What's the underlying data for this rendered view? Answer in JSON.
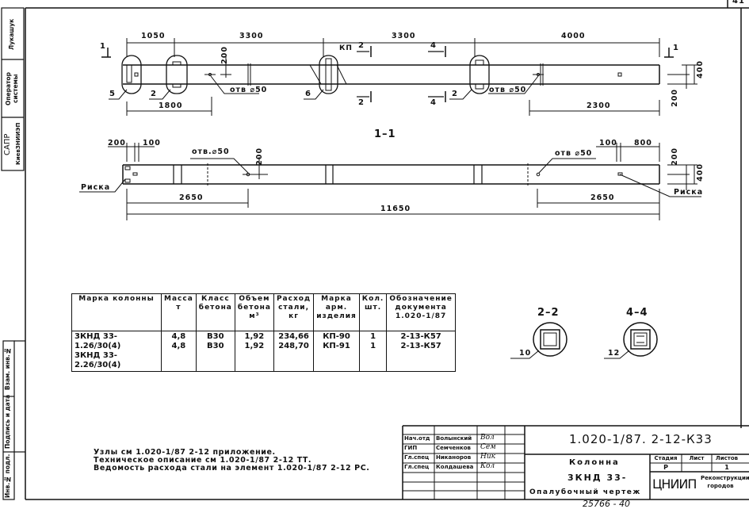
{
  "sheet": {
    "number": "41",
    "bottom_stamp": "25766 - 40"
  },
  "side_stamp": {
    "top": [
      {
        "label": "Лукашук"
      },
      {
        "label": "Оператор системы"
      },
      {
        "label": "САПР",
        "sub": "КиевЗНИИЭП"
      }
    ],
    "bottom": [
      {
        "label": "Взам. инв.№"
      },
      {
        "label": "Подпись и дата"
      },
      {
        "label": "Инв.№ подл."
      }
    ]
  },
  "plan_view": {
    "dims_top": [
      "1050",
      "3300",
      "3300",
      "4000"
    ],
    "dims_bottom": [
      "1800",
      "2300"
    ],
    "dims_right": [
      "400",
      "200"
    ],
    "dim_vertical": "200",
    "hole_labels": [
      "отв ⌀50",
      "отв ⌀50"
    ],
    "callouts": [
      "5",
      "2",
      "6",
      "2"
    ],
    "kp_label": "КП",
    "section_marks": {
      "s1": "1",
      "s2": "2",
      "s4": "4"
    }
  },
  "section_view": {
    "title": "1–1",
    "dims_top_left": [
      "200",
      "100"
    ],
    "dims_top_right": [
      "100",
      "800"
    ],
    "dim_vertical": "200",
    "dims_right": [
      "200",
      "400"
    ],
    "hole_labels": [
      "отв.⌀50",
      "отв ⌀50"
    ],
    "mark_labels": [
      "Риска",
      "Риска"
    ],
    "dims_bottom": [
      "2650",
      "2650"
    ],
    "total_length": "11650"
  },
  "spec_table": {
    "headers": [
      "Марка колонны",
      "Масса т",
      "Класс бетона",
      "Объем бетона м³",
      "Расход стали, кг",
      "Марка арм. изделия",
      "Кол. шт.",
      "Обозначение документа 1.020-1/87"
    ],
    "rows": [
      [
        "3КНД 33-1.26/30(4)",
        "4,8",
        "В30",
        "1,92",
        "234,66",
        "КП-90",
        "1",
        "2-13-К57"
      ],
      [
        "3КНД 33-2.26/30(4)",
        "4,8",
        "В30",
        "1,92",
        "248,70",
        "КП-91",
        "1",
        "2-13-К57"
      ]
    ]
  },
  "sections": [
    {
      "title": "2–2",
      "callout": "10"
    },
    {
      "title": "4–4",
      "callout": "12"
    }
  ],
  "notes": [
    "Узлы см 1.020-1/87 2-12 приложение.",
    "Техническое описание см 1.020-1/87 2-12 ТТ.",
    "Ведомость расхода стали на элемент 1.020-1/87 2-12 РС."
  ],
  "title_block": {
    "doc_code": "1.020-1/87. 2-12-К33",
    "staff": [
      {
        "role": "Нач.отд",
        "name": "Волынский",
        "signature": "Вол"
      },
      {
        "role": "ГИП",
        "name": "Семченков",
        "signature": "Сем"
      },
      {
        "role": "Гл.спец",
        "name": "Никаноров",
        "signature": "Ник"
      },
      {
        "role": "Гл.спец",
        "name": "Колдашева",
        "signature": "Кол"
      }
    ],
    "item_name": "Колонна",
    "item_mark": "3КНД 33-",
    "drawing_type": "Опалубочный чертеж",
    "stage_header": "Стадия",
    "sheet_header": "Лист",
    "sheets_header": "Листов",
    "stage": "Р",
    "sheet": "",
    "sheets": "1",
    "org_logo": "ЦНИИП",
    "org_name": "Реконструкции городов"
  }
}
